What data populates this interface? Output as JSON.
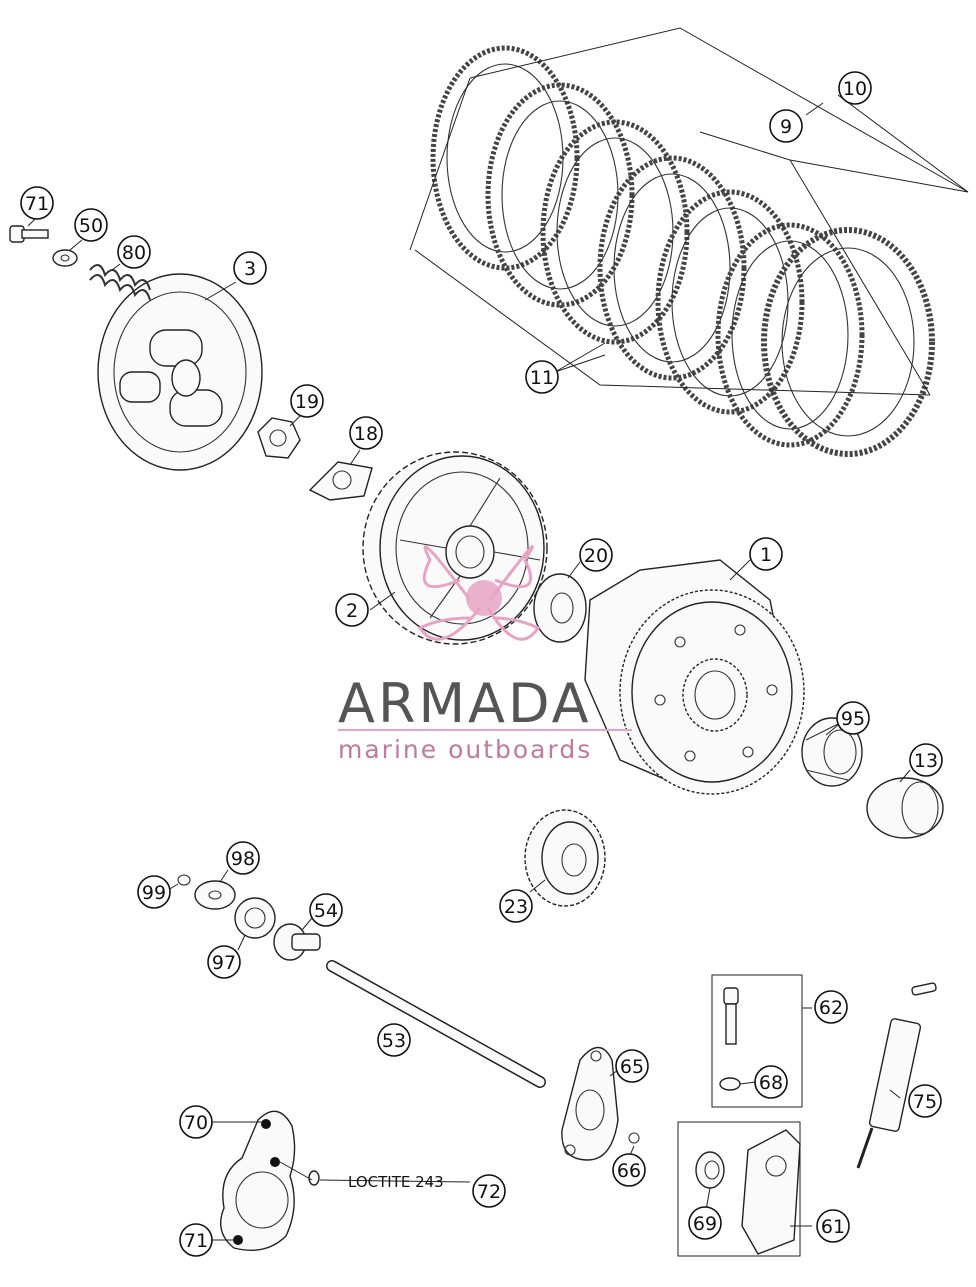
{
  "watermark": {
    "title": "ARMADA",
    "subtitle": "marine outboards",
    "accent_color": "#e6a3c4",
    "title_color": "#555555"
  },
  "note_text": "LOCTITE 243",
  "callouts": [
    {
      "id": "c10",
      "label": "10"
    },
    {
      "id": "c9",
      "label": "9"
    },
    {
      "id": "c11",
      "label": "11"
    },
    {
      "id": "c71a",
      "label": "71"
    },
    {
      "id": "c50",
      "label": "50"
    },
    {
      "id": "c80",
      "label": "80"
    },
    {
      "id": "c3",
      "label": "3"
    },
    {
      "id": "c19",
      "label": "19"
    },
    {
      "id": "c18",
      "label": "18"
    },
    {
      "id": "c2",
      "label": "2"
    },
    {
      "id": "c20",
      "label": "20"
    },
    {
      "id": "c1",
      "label": "1"
    },
    {
      "id": "c95",
      "label": "95"
    },
    {
      "id": "c13",
      "label": "13"
    },
    {
      "id": "c23",
      "label": "23"
    },
    {
      "id": "c98",
      "label": "98"
    },
    {
      "id": "c99",
      "label": "99"
    },
    {
      "id": "c54",
      "label": "54"
    },
    {
      "id": "c97",
      "label": "97"
    },
    {
      "id": "c53",
      "label": "53"
    },
    {
      "id": "c62",
      "label": "62"
    },
    {
      "id": "c68",
      "label": "68"
    },
    {
      "id": "c75",
      "label": "75"
    },
    {
      "id": "c65",
      "label": "65"
    },
    {
      "id": "c66",
      "label": "66"
    },
    {
      "id": "c70",
      "label": "70"
    },
    {
      "id": "c72",
      "label": "72"
    },
    {
      "id": "c71b",
      "label": "71"
    },
    {
      "id": "c69",
      "label": "69"
    },
    {
      "id": "c61",
      "label": "61"
    }
  ]
}
